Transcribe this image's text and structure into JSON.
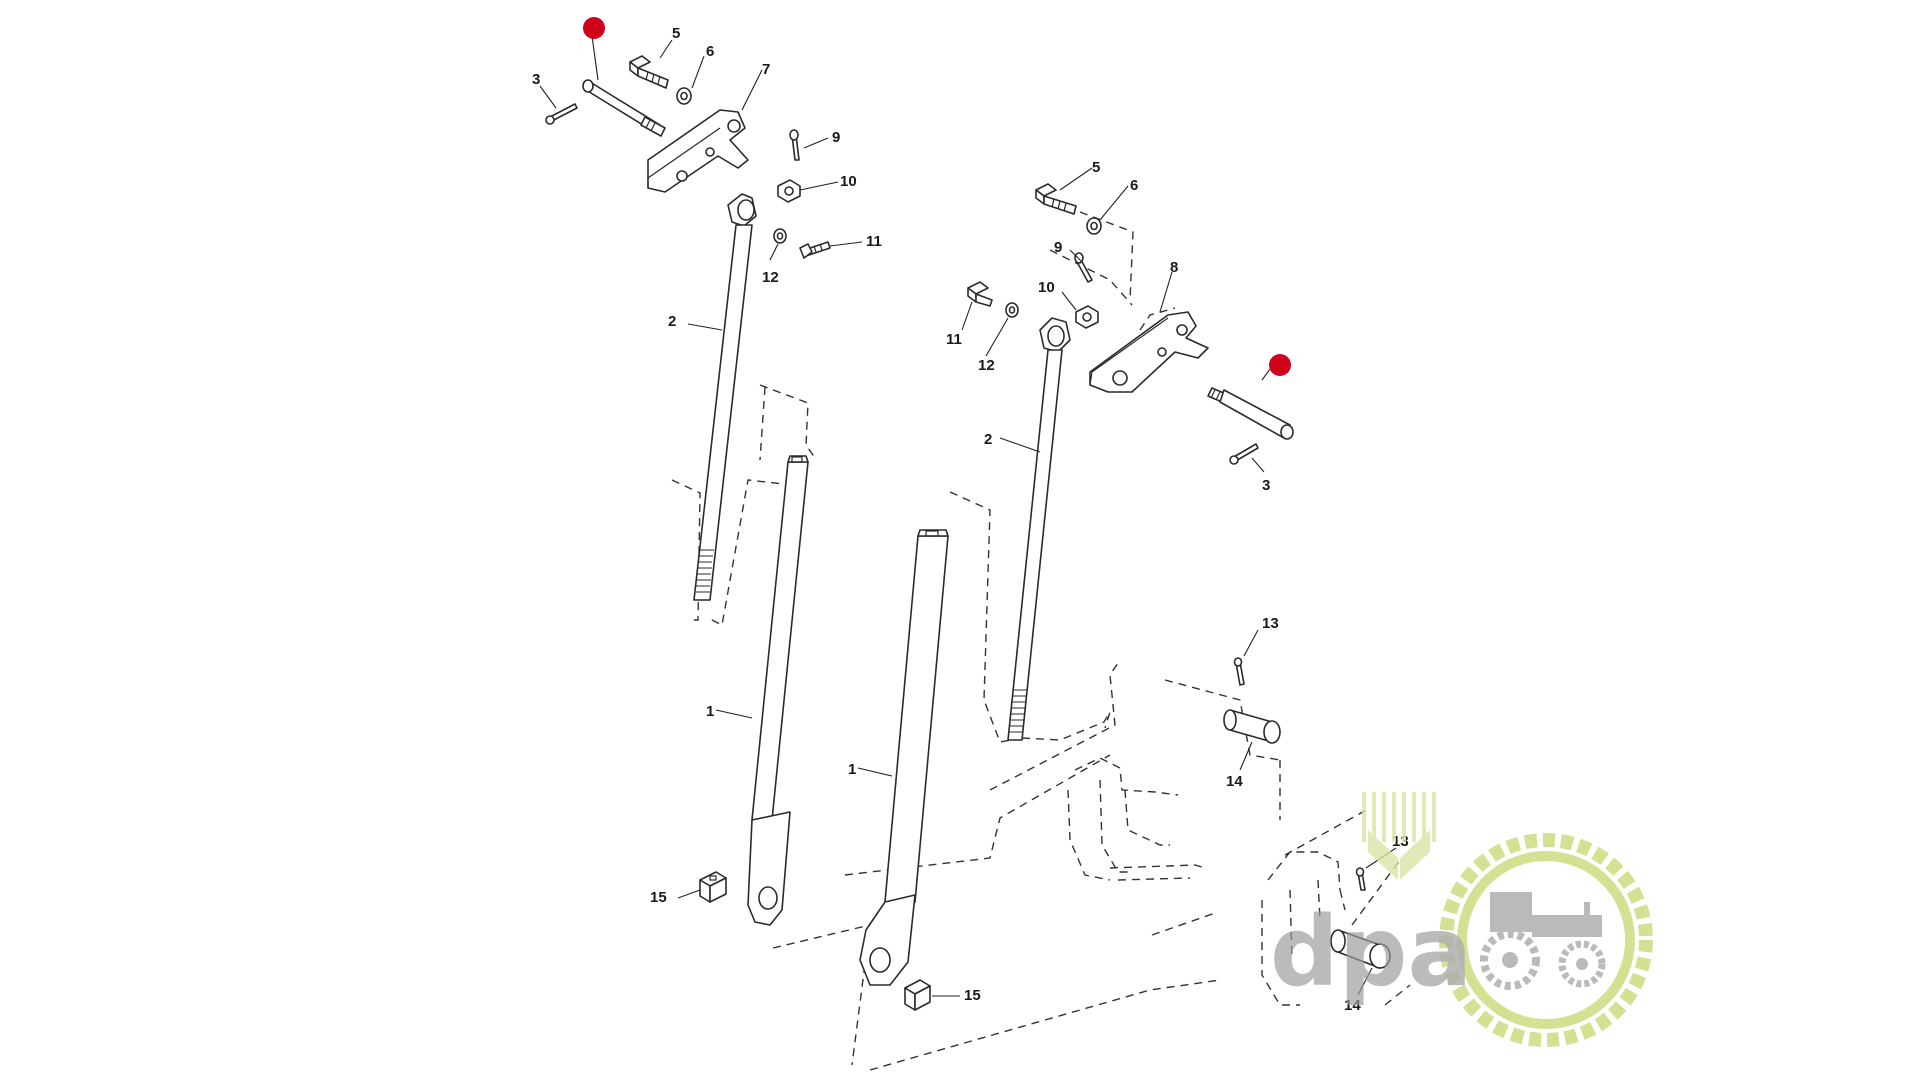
{
  "diagram": {
    "callouts": {
      "c1": "1",
      "c2": "2",
      "c3": "3",
      "c5": "5",
      "c6": "6",
      "c7": "7",
      "c8": "8",
      "c9": "9",
      "c10": "10",
      "c11": "11",
      "c12": "12",
      "c13": "13",
      "c14": "14",
      "c15": "15"
    },
    "marker_color": "#d0021b"
  },
  "watermark": {
    "text": "dpa",
    "logo_color": "#c8dc78",
    "text_color": "#9b9b9b"
  }
}
